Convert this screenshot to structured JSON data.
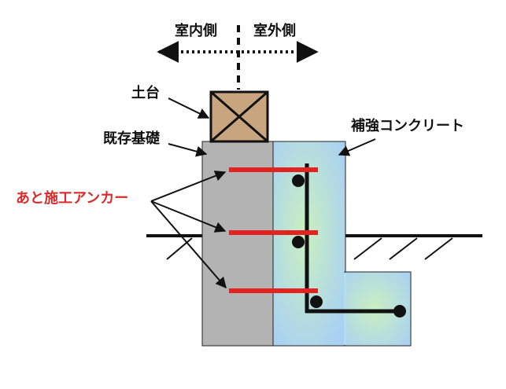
{
  "labels": {
    "indoor": "室内側",
    "outdoor": "室外側",
    "sill": "土台",
    "existing_foundation": "既存基礎",
    "reinforcing_concrete": "補強コンクリート",
    "post_installed_anchor": "あと施工アンカー"
  },
  "colors": {
    "existing_foundation": "#b3b3b3",
    "reinforcing_concrete": "#a8cff5",
    "concrete_glow": "#c9f0c0",
    "sill": "#c8a57e",
    "anchor": "#e32222",
    "rebar": "#111111",
    "anchor_label": "#d92b2b"
  },
  "icons": {
    "sill": "cross-box-icon",
    "ground_hatch": "hatch-lines"
  }
}
